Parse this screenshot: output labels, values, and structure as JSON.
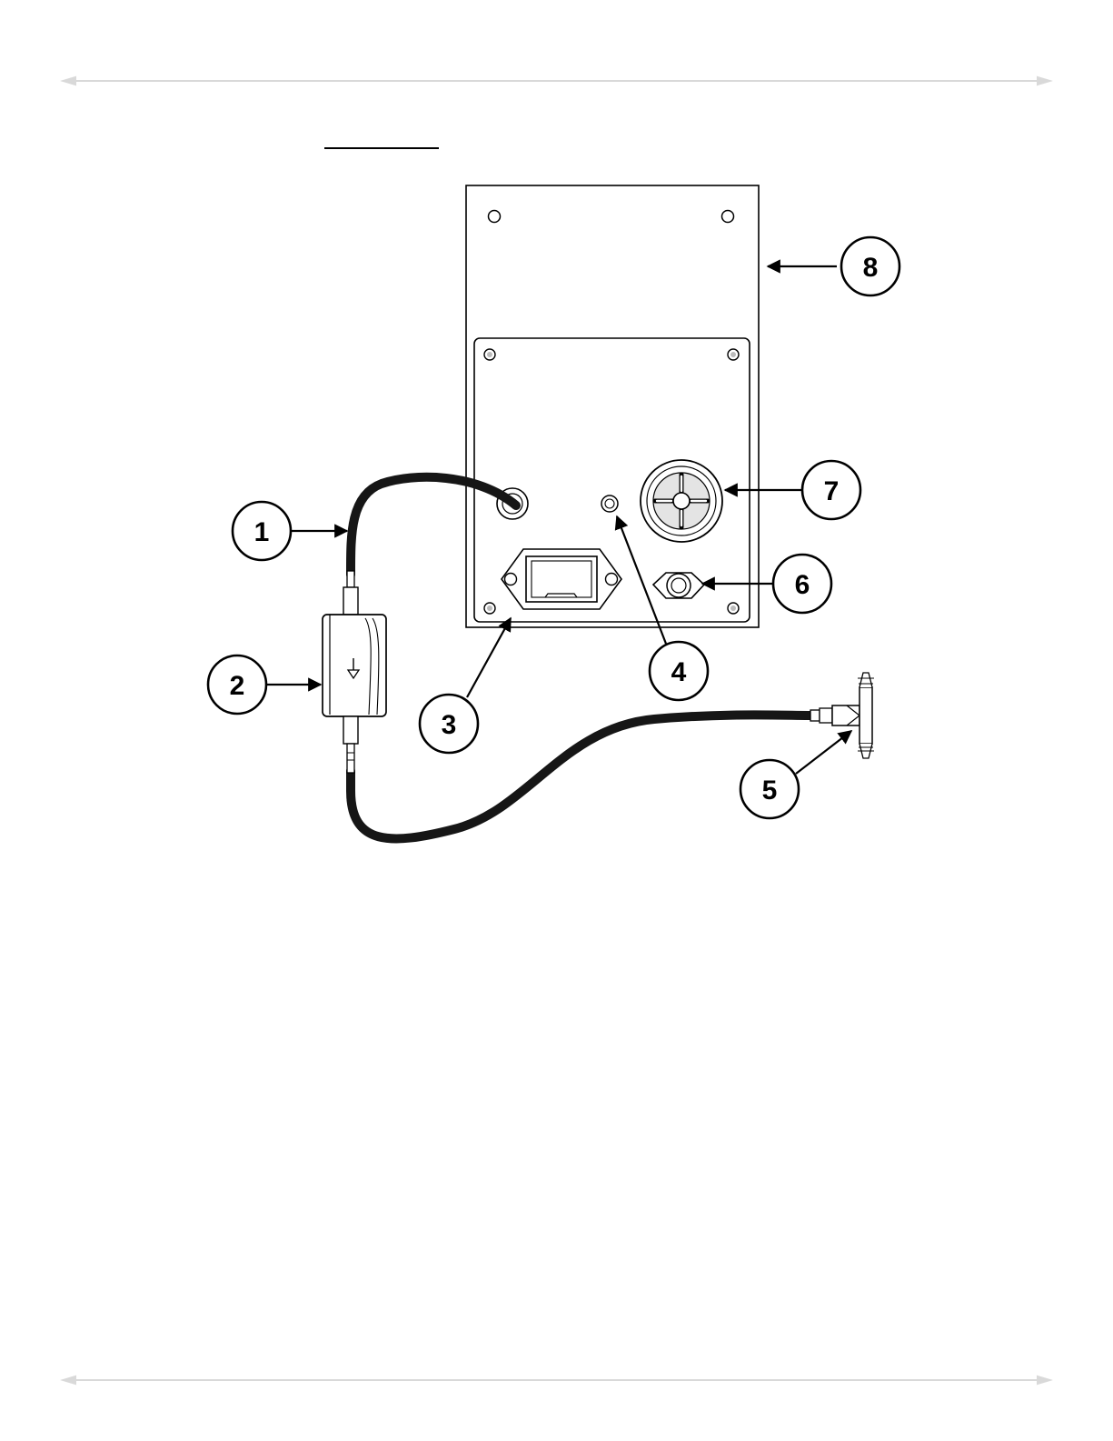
{
  "colors": {
    "line": "#000000",
    "rule": "#d9d9d9",
    "paper": "#ffffff",
    "panel_fill": "#ffffff",
    "hose": "#161616",
    "shade": "#c8c8c8"
  },
  "icons": [
    "arrow-icon",
    "filter-flow-arrow-icon"
  ],
  "callouts": {
    "c1": "1",
    "c2": "2",
    "c3": "3",
    "c4": "4",
    "c5": "5",
    "c6": "6",
    "c7": "7",
    "c8": "8"
  }
}
